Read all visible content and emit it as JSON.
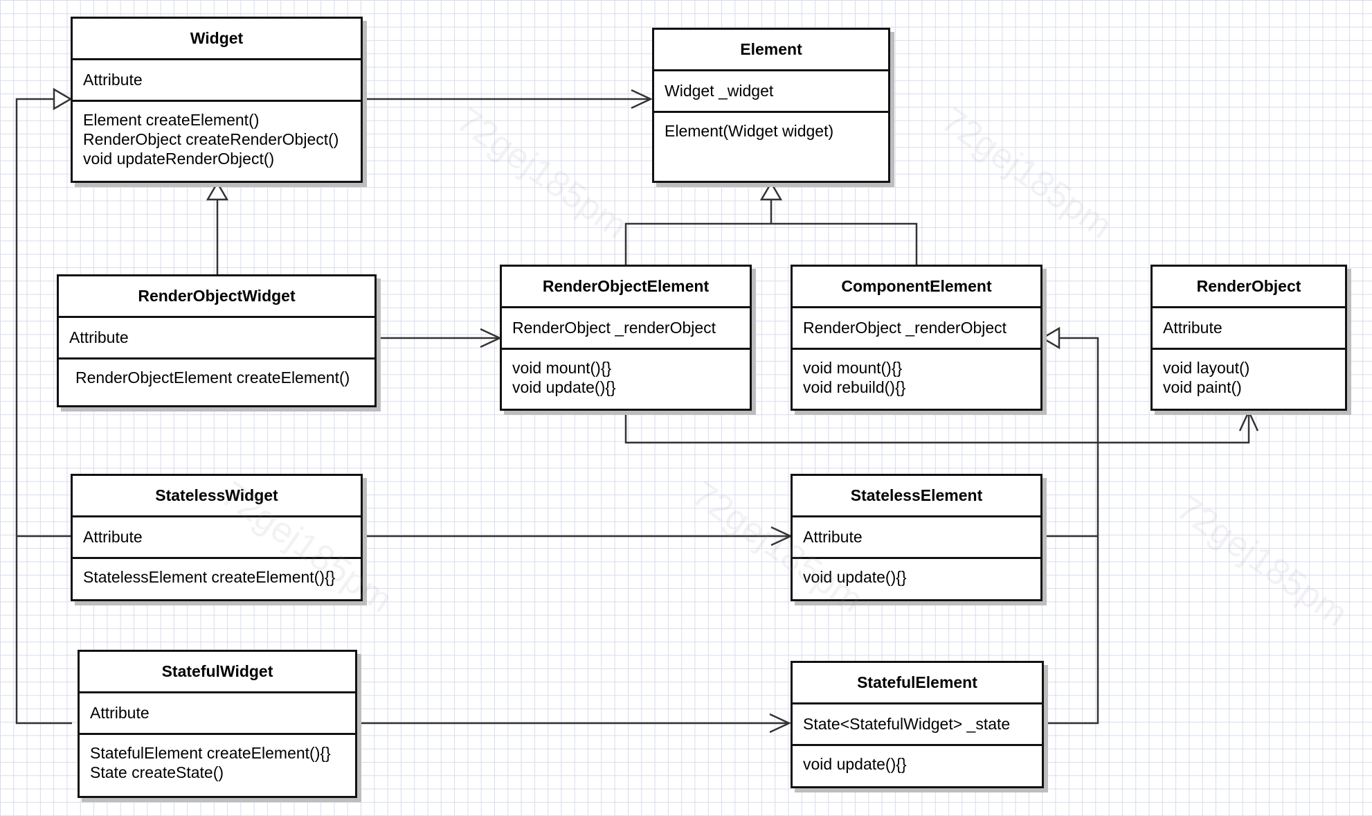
{
  "classes": {
    "widget": {
      "name": "Widget",
      "attributes": [
        "Attribute"
      ],
      "operations": [
        "Element createElement()",
        "RenderObject createRenderObject()",
        "void updateRenderObject()"
      ]
    },
    "element": {
      "name": "Element",
      "attributes": [
        "Widget _widget"
      ],
      "operations": [
        "Element(Widget widget)"
      ]
    },
    "render_object_widget": {
      "name": "RenderObjectWidget",
      "attributes": [
        "Attribute"
      ],
      "operations": [
        "RenderObjectElement createElement()"
      ]
    },
    "render_object_element": {
      "name": "RenderObjectElement",
      "attributes": [
        "RenderObject _renderObject"
      ],
      "operations": [
        "void mount(){}",
        "void update(){}"
      ]
    },
    "component_element": {
      "name": "ComponentElement",
      "attributes": [
        "RenderObject _renderObject"
      ],
      "operations": [
        "void mount(){}",
        "void rebuild(){}"
      ]
    },
    "render_object": {
      "name": "RenderObject",
      "attributes": [
        "Attribute"
      ],
      "operations": [
        "void layout()",
        "void paint()"
      ]
    },
    "stateless_widget": {
      "name": "StatelessWidget",
      "attributes": [
        "Attribute"
      ],
      "operations": [
        "StatelessElement createElement(){}"
      ]
    },
    "stateless_element": {
      "name": "StatelessElement",
      "attributes": [
        "Attribute"
      ],
      "operations": [
        "void update(){}"
      ]
    },
    "stateful_widget": {
      "name": "StatefulWidget",
      "attributes": [
        "Attribute"
      ],
      "operations": [
        "StatefulElement createElement(){}",
        "State createState()"
      ]
    },
    "stateful_element": {
      "name": "StatefulElement",
      "attributes": [
        "State<StatefulWidget> _state"
      ],
      "operations": [
        "void update(){}"
      ]
    }
  },
  "relationships": [
    {
      "from": "widget",
      "to": "element",
      "kind": "association"
    },
    {
      "from": "render_object_widget",
      "to": "widget",
      "kind": "generalization"
    },
    {
      "from": "stateless_widget",
      "to": "widget",
      "kind": "generalization"
    },
    {
      "from": "stateful_widget",
      "to": "widget",
      "kind": "generalization"
    },
    {
      "from": "render_object_element",
      "to": "element",
      "kind": "generalization"
    },
    {
      "from": "component_element",
      "to": "element",
      "kind": "generalization"
    },
    {
      "from": "render_object_widget",
      "to": "render_object_element",
      "kind": "association"
    },
    {
      "from": "render_object_element",
      "to": "render_object",
      "kind": "association"
    },
    {
      "from": "stateless_widget",
      "to": "stateless_element",
      "kind": "association"
    },
    {
      "from": "stateful_widget",
      "to": "stateful_element",
      "kind": "association"
    },
    {
      "from": "stateless_element",
      "to": "component_element",
      "kind": "generalization"
    },
    {
      "from": "stateful_element",
      "to": "component_element",
      "kind": "generalization"
    }
  ],
  "watermark": "72gej185pm"
}
